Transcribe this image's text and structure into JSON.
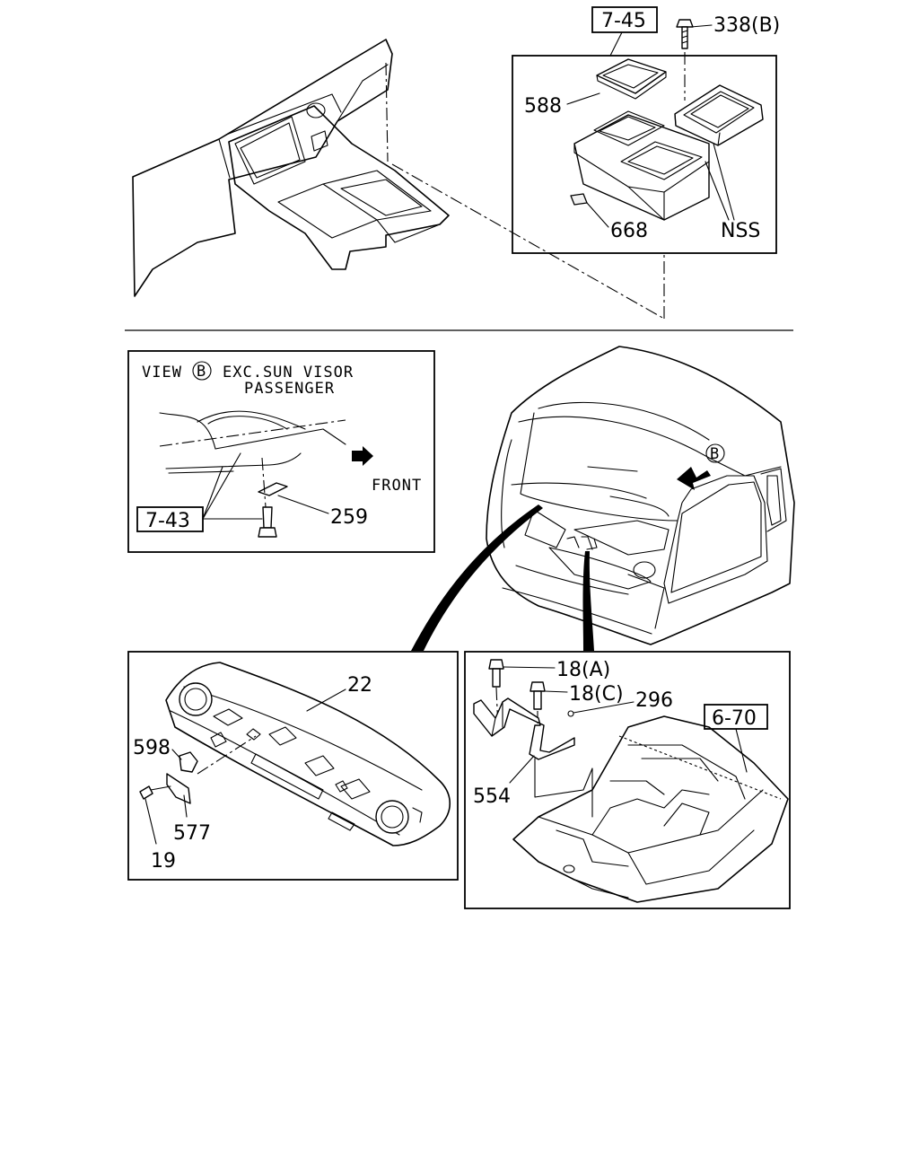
{
  "callouts": {
    "ref_7_45": "7-45",
    "part_338b": "338(B)",
    "part_588": "588",
    "part_668": "668",
    "nss": "NSS",
    "view_title": "VIEW",
    "view_marker": "B",
    "view_note_1": "EXC.SUN VISOR",
    "view_note_2": "PASSENGER",
    "front": "FRONT",
    "ref_7_43": "7-43",
    "part_259": "259",
    "cab_marker": "B",
    "part_22": "22",
    "part_598": "598",
    "part_577": "577",
    "part_19": "19",
    "part_18a": "18(A)",
    "part_18c": "18(C)",
    "part_296": "296",
    "ref_6_70": "6-70",
    "part_554": "554"
  }
}
